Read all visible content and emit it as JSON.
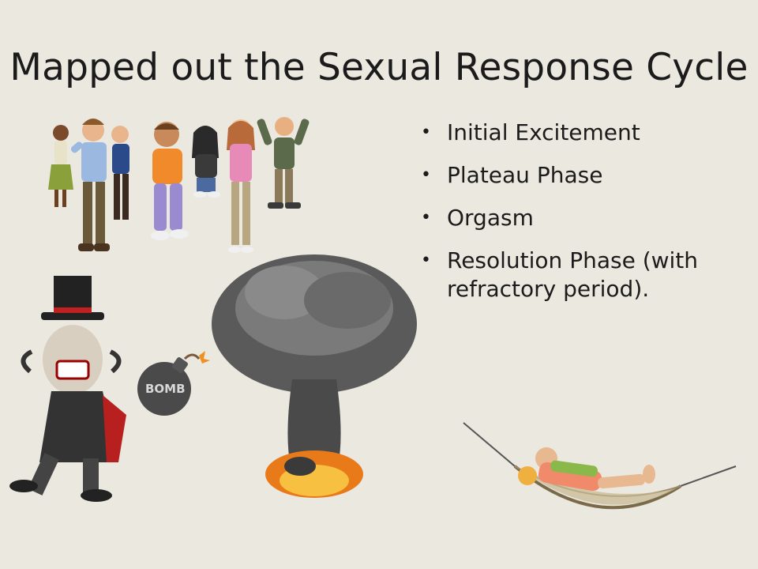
{
  "slide": {
    "title": "Mapped out the Sexual Response Cycle",
    "bullets": [
      {
        "text": "Initial Excitement"
      },
      {
        "text": "Plateau Phase"
      },
      {
        "text": "Orgasm"
      },
      {
        "text": "Resolution Phase (with refractory period)."
      }
    ],
    "bomb_label": "BOMB"
  }
}
